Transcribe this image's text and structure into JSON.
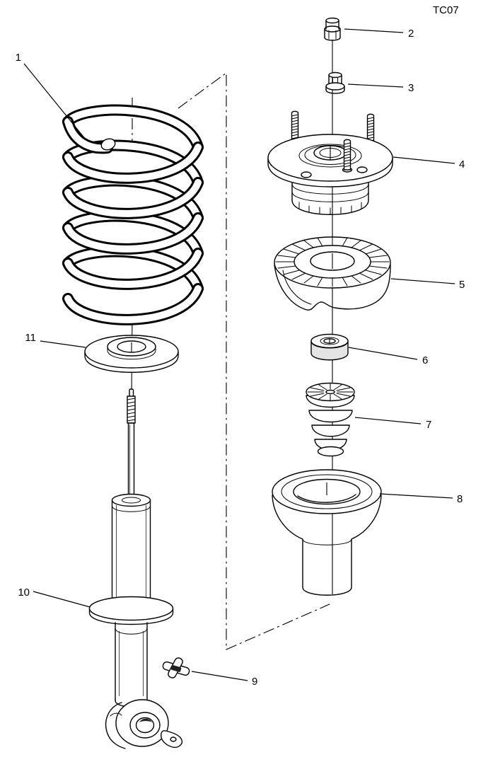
{
  "figure": {
    "code": "TC07"
  },
  "callouts": [
    {
      "number": "1"
    },
    {
      "number": "2"
    },
    {
      "number": "3"
    },
    {
      "number": "4"
    },
    {
      "number": "5"
    },
    {
      "number": "6"
    },
    {
      "number": "7"
    },
    {
      "number": "8"
    },
    {
      "number": "9"
    },
    {
      "number": "10"
    },
    {
      "number": "11"
    }
  ]
}
